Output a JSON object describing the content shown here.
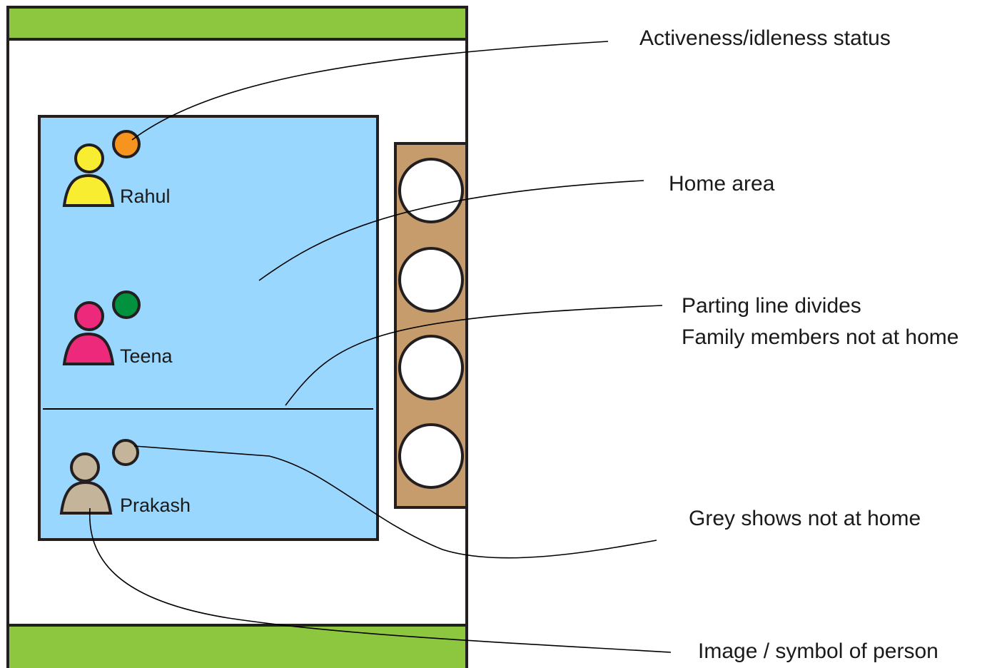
{
  "annotations": {
    "status": "Activeness/idleness status",
    "home_area": "Home area",
    "parting_line_1": "Parting line divides",
    "parting_line_2": "Family members not at home",
    "grey": "Grey shows not at home",
    "symbol": "Image / symbol of person"
  },
  "members": [
    {
      "name": "Rahul",
      "color": "#f9ed32",
      "status_color": "#f7941d",
      "at_home": true
    },
    {
      "name": "Teena",
      "color": "#ec297b",
      "status_color": "#00923f",
      "at_home": true
    },
    {
      "name": "Prakash",
      "color": "#c4b49a",
      "status_color": "#c4b49a",
      "at_home": false
    }
  ],
  "colors": {
    "bar": "#8dc63f",
    "home_area": "#9ad7ff",
    "panel": "#c69c6d",
    "slot": "#ffffff",
    "outline": "#231f20"
  }
}
